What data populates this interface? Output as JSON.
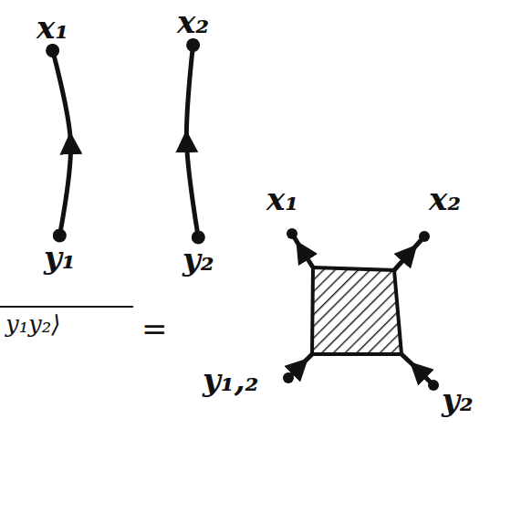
{
  "diagram": {
    "nodes": [
      {
        "text": [
          "x₁"
        ]
      },
      {
        "text": [
          "x₂"
        ]
      },
      {
        "text": [
          "y₁"
        ]
      },
      {
        "text": [
          "y₂"
        ]
      }
    ],
    "edges": [
      {
        "from": 2,
        "to": 0,
        "arrow": "to"
      },
      {
        "from": 3,
        "to": 1,
        "arrow": "to"
      }
    ],
    "labels": [
      "y₁y₂⟩",
      "=",
      "x₁",
      "x₂",
      "y₁,₂",
      "y₂"
    ]
  }
}
